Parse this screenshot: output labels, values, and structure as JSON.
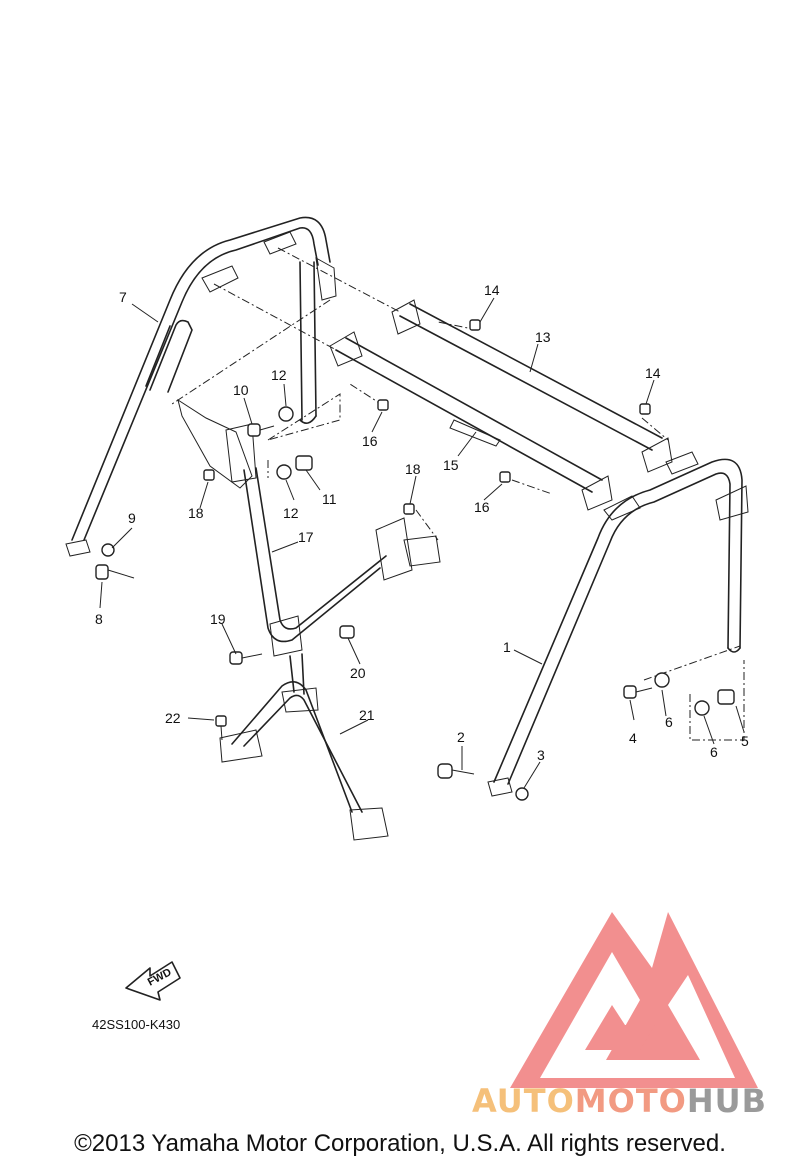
{
  "diagram_code": "42SS100-K430",
  "fwd_label": "FWD",
  "copyright": "©2013 Yamaha Motor Corporation, U.S.A. All rights reserved.",
  "brand": {
    "part1": "AUTO",
    "part2": "MOTO",
    "part3": "HUB"
  },
  "colors": {
    "logo_red": "#ef6f6f",
    "logo_orange": "#f5c07a",
    "logo_gray": "#9a9a9a"
  },
  "callouts": [
    "1",
    "2",
    "3",
    "4",
    "5",
    "6",
    "6",
    "7",
    "8",
    "9",
    "10",
    "11",
    "12",
    "12",
    "13",
    "14",
    "14",
    "15",
    "16",
    "16",
    "17",
    "18",
    "18",
    "19",
    "20",
    "21",
    "22"
  ]
}
